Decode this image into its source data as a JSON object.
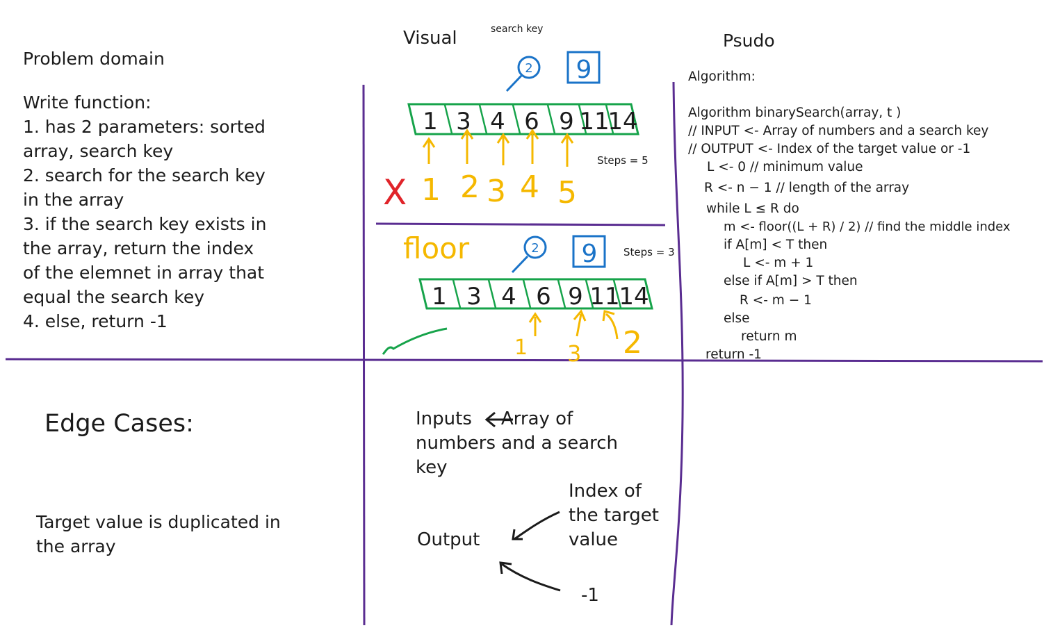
{
  "problem": {
    "heading": "Problem domain",
    "lines": [
      "Write function:",
      "1. has 2 parameters: sorted",
      "array, search key",
      "2. search for the search key",
      "in the array",
      "3. if the search key exists in",
      "the array, return the index",
      "of the elemnet in array that",
      "equal the search key",
      "4. else, return -1"
    ]
  },
  "visual": {
    "heading": "Visual",
    "search_key_label": "search key",
    "key_value": "9",
    "array": [
      "1",
      "3",
      "4",
      "6",
      "9",
      "11",
      "14"
    ],
    "linear": {
      "steps_label": "Steps = 5",
      "step_numbers": [
        "1",
        "2",
        "3",
        "4",
        "5"
      ],
      "mark": "X"
    },
    "binary": {
      "label": "floor",
      "steps_label": "Steps = 3",
      "step_numbers": [
        "1",
        "3",
        "2"
      ]
    }
  },
  "pseudo": {
    "heading": "Psudo",
    "lines": [
      "Algorithm:",
      "Algorithm binarySearch(array, t )",
      "// INPUT <- Array of numbers and a search key",
      "// OUTPUT <- Index of the target value or -1",
      "L <- 0 // minimum value",
      "R <- n − 1 // length of the array",
      "while L ≤ R do",
      "m <- floor((L + R) / 2) // find the middle index",
      "if A[m] < T then",
      "L <- m + 1",
      "else if A[m] > T then",
      "R <- m − 1",
      "else",
      "return m",
      "return -1"
    ]
  },
  "edge": {
    "heading": "Edge Cases:",
    "lines": [
      "Target value is duplicated in",
      "the array"
    ]
  },
  "io": {
    "inputs_label": "Inputs",
    "inputs_lines": [
      "Array of",
      "numbers and a search",
      "key"
    ],
    "output_label": "Output",
    "output_lines": [
      "Index of",
      "the target",
      "value"
    ],
    "minus_one": "-1"
  },
  "colors": {
    "divider": "#5a2d91",
    "array_box": "#16a34a",
    "steps": "#f5b800",
    "search_icon": "#1a73c8",
    "wrong_mark": "#e0242a"
  }
}
